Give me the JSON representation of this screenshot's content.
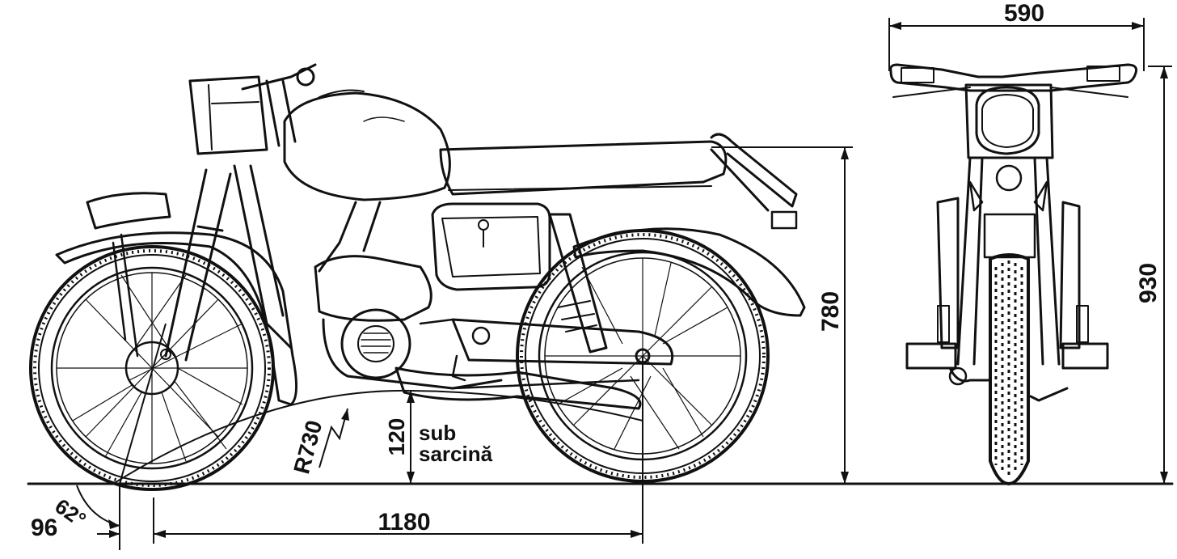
{
  "dimensions": {
    "width_front": "590",
    "height_total": "930",
    "seat_height": "780",
    "ground_clearance": "120",
    "load_note_line1": "sub",
    "load_note_line2": "sarcină",
    "turn_radius": "R730",
    "wheelbase": "1180",
    "front_overhang": "96",
    "angle": "62°"
  },
  "colors": {
    "ink": "#111111",
    "paper": "#ffffff"
  }
}
